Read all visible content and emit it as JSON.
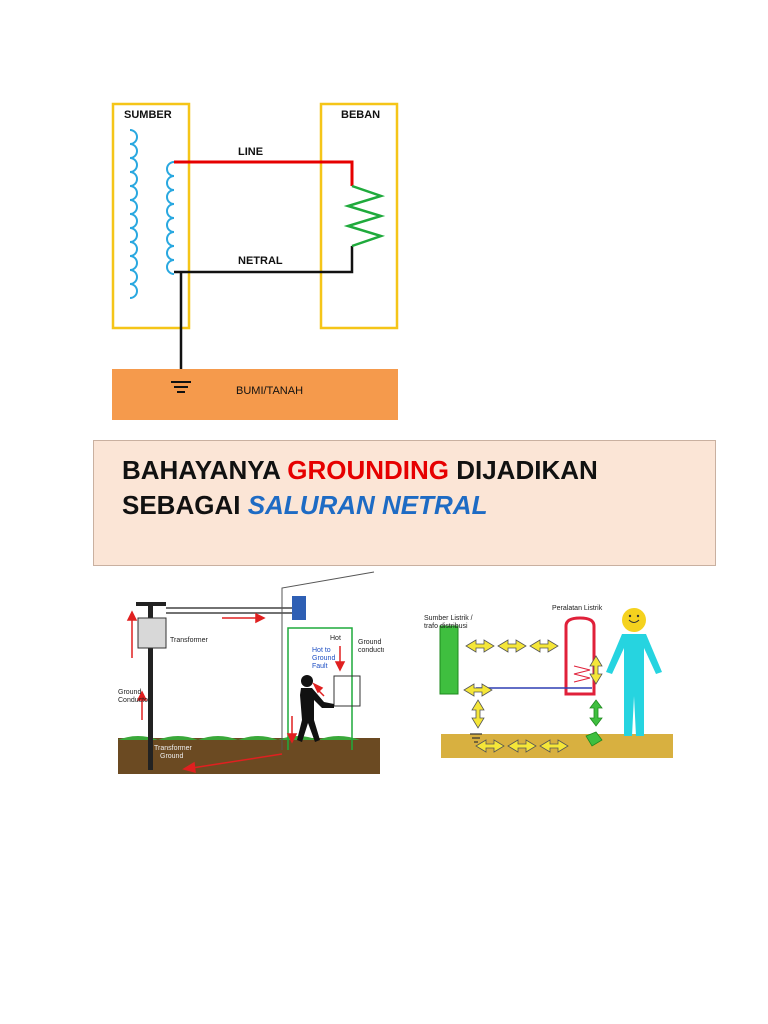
{
  "top_diagram": {
    "source_label": "SUMBER",
    "load_label": "BEBAN",
    "line_label": "LINE",
    "neutral_label": "NETRAL",
    "ground_label": "BUMI/TANAH"
  },
  "banner": {
    "line1_part1": "BAHAYANYA ",
    "line1_highlight": "GROUNDING",
    "line1_part2": " DIJADIKAN",
    "line2_part1": "SEBAGAI ",
    "line2_highlight": "SALURAN NETRAL"
  },
  "left_illustration": {
    "transformer": "Transformer",
    "hot": "Hot",
    "ground_conductor_right_1": "Ground",
    "ground_conductor_right_2": "conductor",
    "hot_to_ground_1": "Hot to",
    "hot_to_ground_2": "Ground",
    "hot_to_ground_3": "Fault",
    "ground_conductor_left_1": "Ground",
    "ground_conductor_left_2": "Conductor",
    "transformer_ground_1": "Transformer",
    "transformer_ground_2": "Ground"
  },
  "right_illustration": {
    "source_1": "Sumber Listrik /",
    "source_2": "trafo distribusi",
    "equipment": "Peralatan Listrik"
  },
  "colors": {
    "box_outline": "#f5c518",
    "line_wire": "#e60000",
    "coil": "#29a8e0",
    "load_resistor": "#1faa3c",
    "earth": "#f59a4c",
    "banner_bg": "#fbe5d6"
  }
}
